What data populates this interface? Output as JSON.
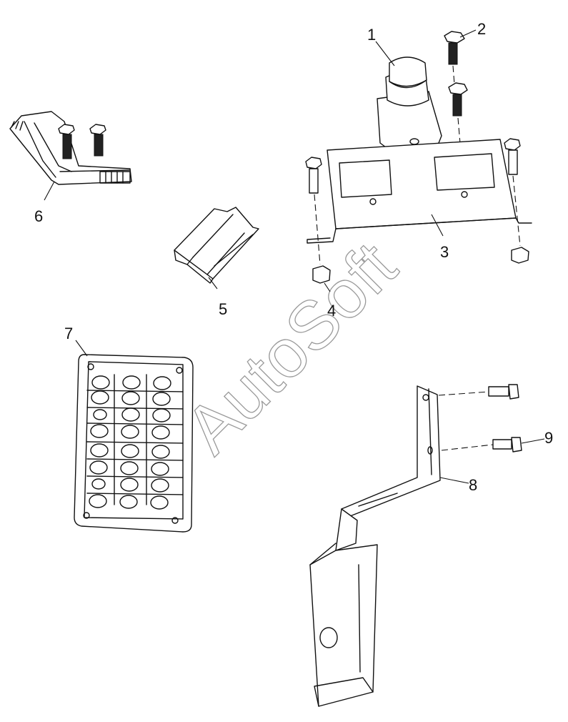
{
  "watermark": "AutoSoft",
  "callouts": [
    {
      "id": "callout-1",
      "label": "1"
    },
    {
      "id": "callout-2",
      "label": "2"
    },
    {
      "id": "callout-3",
      "label": "3"
    },
    {
      "id": "callout-4",
      "label": "4"
    },
    {
      "id": "callout-5",
      "label": "5"
    },
    {
      "id": "callout-6",
      "label": "6"
    },
    {
      "id": "callout-7",
      "label": "7"
    },
    {
      "id": "callout-8",
      "label": "8"
    },
    {
      "id": "callout-9",
      "label": "9"
    }
  ],
  "colors": {
    "line": "#111111",
    "watermark": "#9a9a9a",
    "background": "#ffffff"
  }
}
